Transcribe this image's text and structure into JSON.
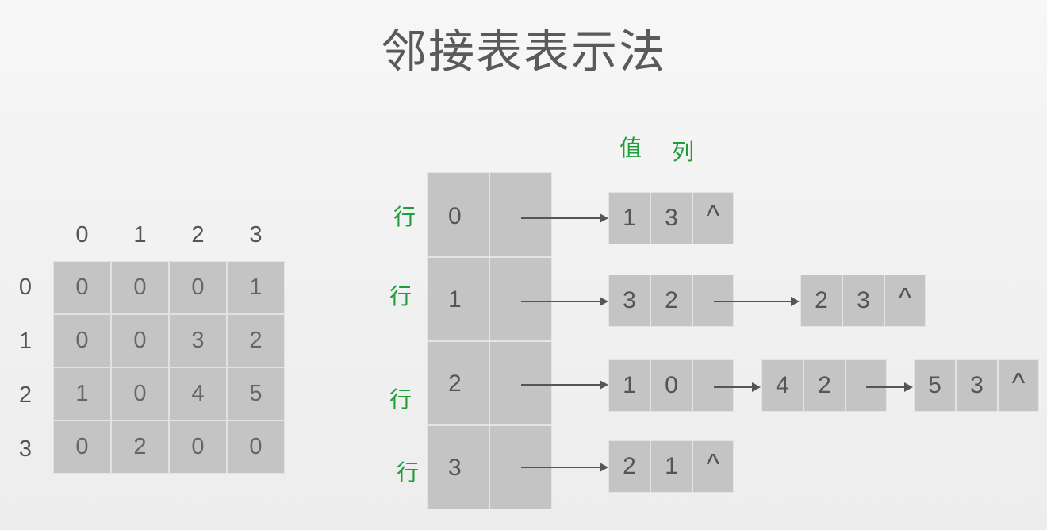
{
  "title": "邻接表表示法",
  "matrix": {
    "col_headers": [
      "0",
      "1",
      "2",
      "3"
    ],
    "row_headers": [
      "0",
      "1",
      "2",
      "3"
    ],
    "rows": [
      [
        "0",
        "0",
        "0",
        "1"
      ],
      [
        "0",
        "0",
        "3",
        "2"
      ],
      [
        "1",
        "0",
        "4",
        "5"
      ],
      [
        "0",
        "2",
        "0",
        "0"
      ]
    ]
  },
  "list_header": {
    "value": "值",
    "column": "列"
  },
  "row_label": "行",
  "null_symbol": "^",
  "rows": [
    {
      "index": "0",
      "nodes": [
        {
          "value": "1",
          "col": "3"
        }
      ]
    },
    {
      "index": "1",
      "nodes": [
        {
          "value": "3",
          "col": "2"
        },
        {
          "value": "2",
          "col": "3"
        }
      ]
    },
    {
      "index": "2",
      "nodes": [
        {
          "value": "1",
          "col": "0"
        },
        {
          "value": "4",
          "col": "2"
        },
        {
          "value": "5",
          "col": "3"
        }
      ]
    },
    {
      "index": "3",
      "nodes": [
        {
          "value": "2",
          "col": "1"
        }
      ]
    }
  ],
  "colors": {
    "cell": "#c4c4c4",
    "label_green": "#1e9e3a",
    "text": "#555555"
  }
}
